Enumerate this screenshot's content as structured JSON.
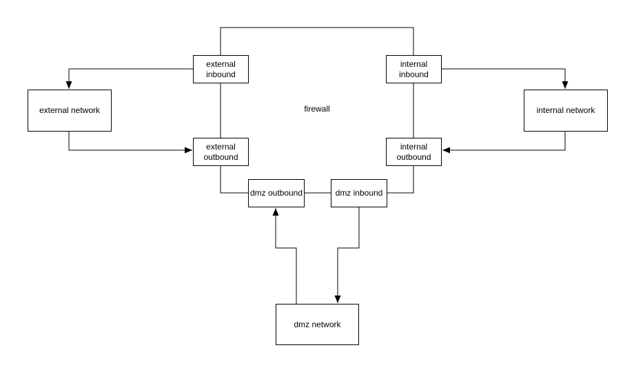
{
  "diagram": {
    "nodes": {
      "external_inbound": {
        "line1": "external",
        "line2": "inbound"
      },
      "internal_inbound": {
        "line1": "internal",
        "line2": "inbound"
      },
      "external_network": {
        "label": "external network"
      },
      "internal_network": {
        "label": "internal network"
      },
      "external_outbound": {
        "line1": "external",
        "line2": "outbound"
      },
      "internal_outbound": {
        "line1": "internal",
        "line2": "outbound"
      },
      "dmz_outbound": {
        "label": "dmz outbound"
      },
      "dmz_inbound": {
        "label": "dmz inbound"
      },
      "dmz_network": {
        "label": "dmz network"
      },
      "firewall": {
        "label": "firewall"
      }
    },
    "edges": [
      {
        "from": "external_inbound",
        "to": "external_network",
        "arrow": true
      },
      {
        "from": "external_network",
        "to": "external_outbound",
        "arrow": true
      },
      {
        "from": "internal_inbound",
        "to": "internal_network",
        "arrow": true
      },
      {
        "from": "internal_network",
        "to": "internal_outbound",
        "arrow": true
      },
      {
        "from": "dmz_network",
        "to": "dmz_outbound",
        "arrow": true
      },
      {
        "from": "dmz_inbound",
        "to": "dmz_network",
        "arrow": true
      },
      {
        "from": "external_inbound",
        "to": "internal_inbound",
        "arrow": false
      },
      {
        "from": "external_inbound",
        "to": "external_outbound",
        "arrow": false
      },
      {
        "from": "internal_inbound",
        "to": "internal_outbound",
        "arrow": false
      },
      {
        "from": "external_outbound",
        "to": "dmz_outbound",
        "arrow": false
      },
      {
        "from": "internal_outbound",
        "to": "dmz_inbound",
        "arrow": false
      },
      {
        "from": "dmz_outbound",
        "to": "dmz_inbound",
        "arrow": false
      }
    ]
  },
  "colors": {
    "background": "#ffffff",
    "line": "#000000",
    "box_fill": "#ffffff",
    "box_border": "#000000",
    "text": "#000000"
  }
}
